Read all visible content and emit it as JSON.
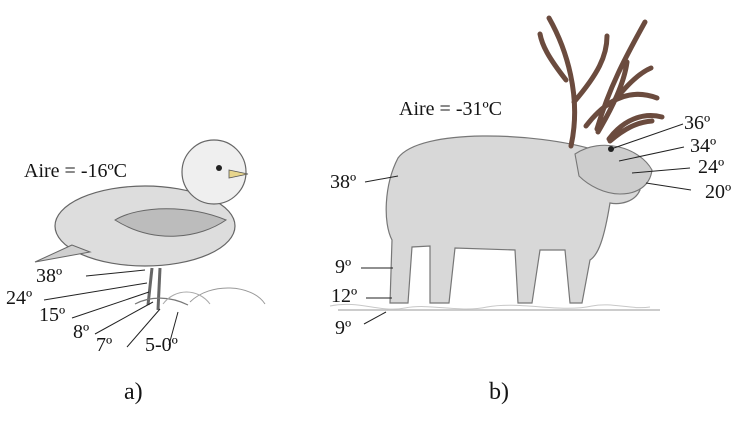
{
  "panels": {
    "gull": {
      "air_label": "Aire = -16ºC",
      "caption": "a)",
      "temps": [
        "38º",
        "24º",
        "15º",
        "8º",
        "7º",
        "5-0º"
      ]
    },
    "reindeer": {
      "air_label": "Aire = -31ºC",
      "caption": "b)",
      "temps": {
        "back": "38º",
        "upper_leg": "9º",
        "hoof": "12º",
        "ground": "9º",
        "eye": "36º",
        "forehead": "34º",
        "snout_upper": "24º",
        "snout_tip": "20º"
      }
    }
  },
  "colors": {
    "line": "#222222",
    "sketch_fill": "#d8d8d8",
    "sketch_shade": "#b5b5b5",
    "ground": "#cfcfcf"
  }
}
